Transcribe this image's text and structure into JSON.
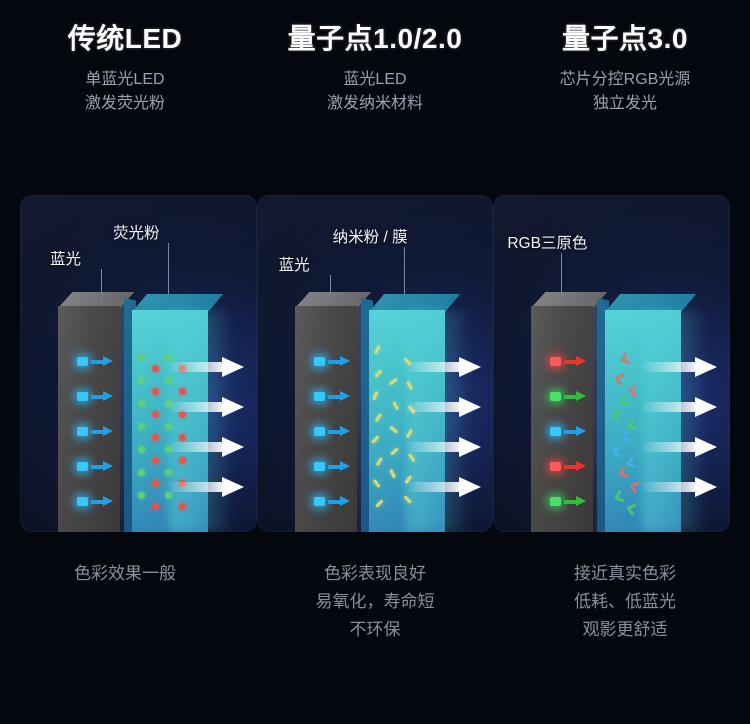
{
  "columns": [
    {
      "title": "传统LED",
      "subtitle": "单蓝光LED\n激发荧光粉",
      "labels": {
        "left": "蓝光",
        "right": "荧光粉"
      },
      "caption": "色彩效果一般",
      "emitter_colors": [
        "blue",
        "blue",
        "blue",
        "blue",
        "blue"
      ],
      "particle_type": "dots",
      "particle_colors": [
        "green",
        "red"
      ],
      "out_arrows": 4
    },
    {
      "title": "量子点1.0/2.0",
      "subtitle": "蓝光LED\n激发纳米材料",
      "labels": {
        "left": "蓝光",
        "right": "纳米粉 / 膜"
      },
      "caption": "色彩表现良好\n易氧化，寿命短\n不环保",
      "emitter_colors": [
        "blue",
        "blue",
        "blue",
        "blue",
        "blue"
      ],
      "particle_type": "rods",
      "particle_colors": [
        "yellow-green"
      ],
      "out_arrows": 4
    },
    {
      "title": "量子点3.0",
      "subtitle": "芯片分控RGB光源\n独立发光",
      "labels": {
        "left": "",
        "right": "RGB三原色"
      },
      "caption": "接近真实色彩\n低耗、低蓝光\n观影更舒适",
      "emitter_colors": [
        "red",
        "green",
        "blue",
        "red",
        "green"
      ],
      "particle_type": "chevrons",
      "particle_colors": [
        "red",
        "green",
        "blue"
      ],
      "out_arrows": 4
    }
  ],
  "palette": {
    "background": "#05070f",
    "title_color": "#ffffff",
    "subtitle_color": "#9aa0ad",
    "caption_color": "#8a8f9c",
    "card_blue_glow": "#2642a0",
    "plate_dark": "#4b4a4a",
    "plate_teal": "#46c2cb",
    "emitter_blue": "#35c8ff",
    "emitter_red": "#ff5a5a",
    "emitter_green": "#49e06a",
    "arrow_white": "#ffffff"
  }
}
